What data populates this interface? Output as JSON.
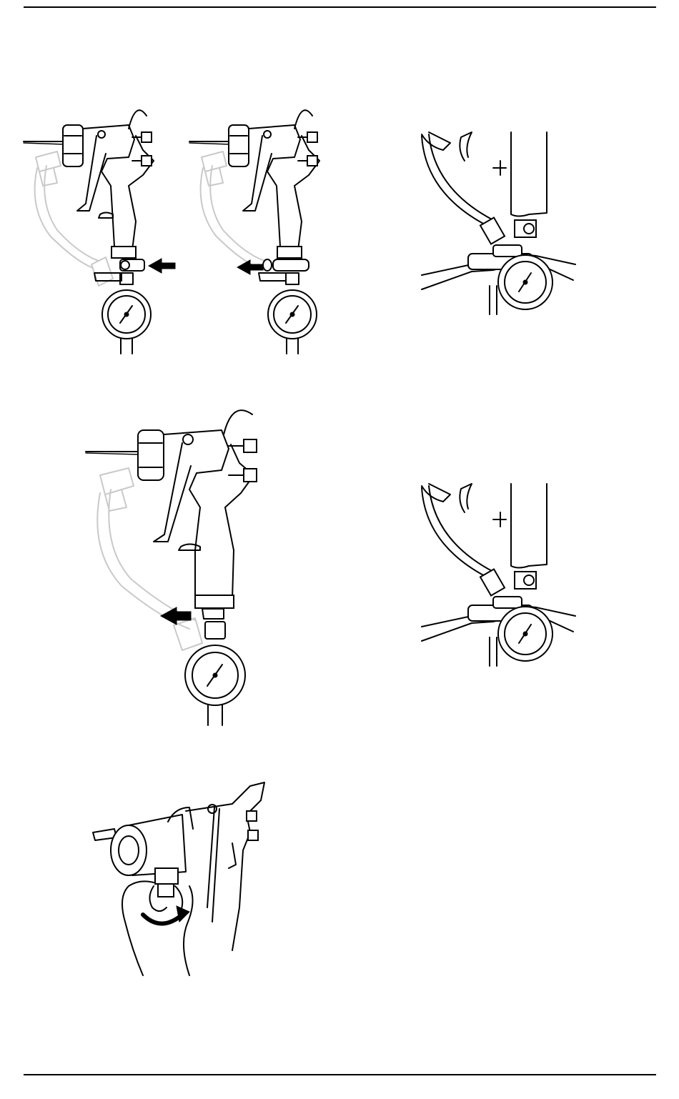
{
  "page": {
    "figures": [
      {
        "id": "fig-a",
        "icon": "spray-gun-gauge-push-in-icon"
      },
      {
        "id": "fig-b",
        "icon": "spray-gun-gauge-pull-out-icon"
      },
      {
        "id": "fig-c",
        "icon": "wrench-tighten-gauge-icon"
      },
      {
        "id": "fig-d",
        "icon": "spray-gun-remove-swivel-icon"
      },
      {
        "id": "fig-e",
        "icon": "wrench-tighten-swivel-icon"
      },
      {
        "id": "fig-f",
        "icon": "hand-rotate-tip-guard-icon"
      }
    ]
  }
}
